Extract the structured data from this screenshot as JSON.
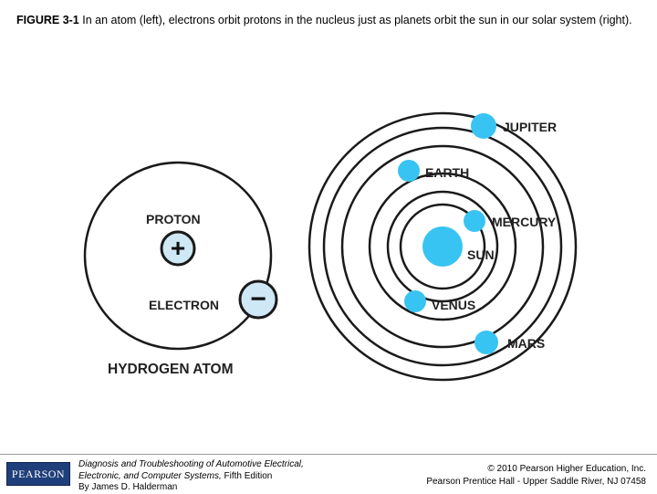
{
  "caption": {
    "label": "FIGURE 3-1",
    "text": " In an atom (left), electrons orbit protons in the nucleus just as planets orbit the sun in our solar system (right)."
  },
  "atom": {
    "proton_label": "PROTON",
    "electron_label": "ELECTRON",
    "title": "HYDROGEN ATOM",
    "proton_symbol": "+",
    "electron_symbol": "−"
  },
  "solar": {
    "sun": "SUN",
    "mercury": "MERCURY",
    "venus": "VENUS",
    "earth": "EARTH",
    "mars": "MARS",
    "jupiter": "JUPITER"
  },
  "colors": {
    "planet": "#38c4f2",
    "nucleus_fill": "#cfe8f6",
    "line": "#1a1a1a",
    "logo_bg": "#1f3f7a"
  },
  "footer": {
    "logo": "PEARSON",
    "book_title_1": "Diagnosis and Troubleshooting of Automotive Electrical,",
    "book_title_2": "Electronic, and Computer Systems,",
    "edition": " Fifth Edition",
    "author": "By James D. Halderman",
    "copyright": "© 2010 Pearson Higher Education, Inc.",
    "publisher": "Pearson Prentice Hall - Upper Saddle River, NJ 07458"
  }
}
